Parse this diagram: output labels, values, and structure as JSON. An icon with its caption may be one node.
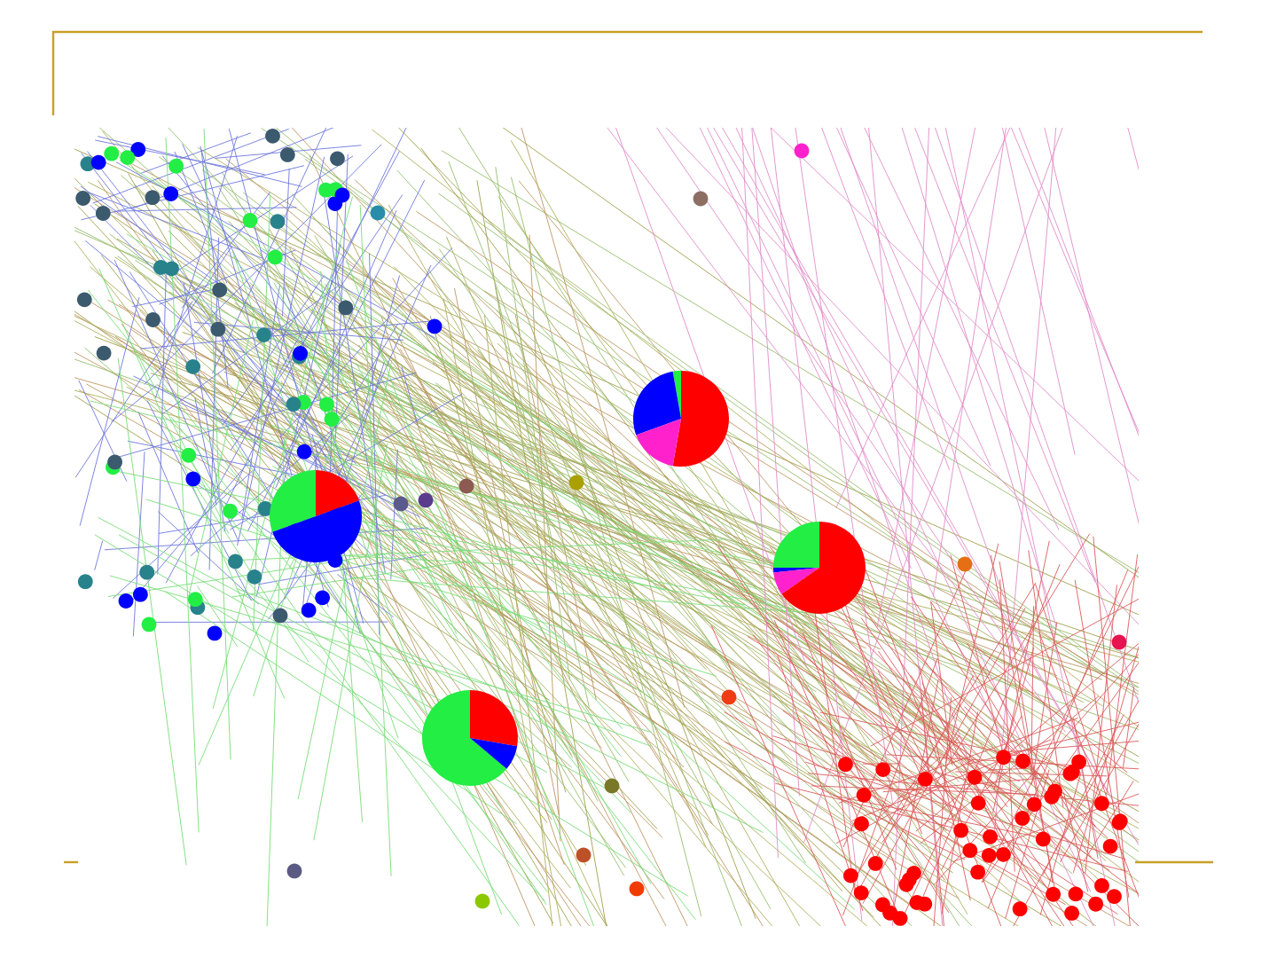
{
  "diagram": {
    "nodes": [
      {
        "text": [],
        "shape": "pie"
      },
      {
        "text": [],
        "shape": "pie"
      },
      {
        "text": [],
        "shape": "pie"
      },
      {
        "text": [],
        "shape": "pie"
      }
    ]
  }
}
